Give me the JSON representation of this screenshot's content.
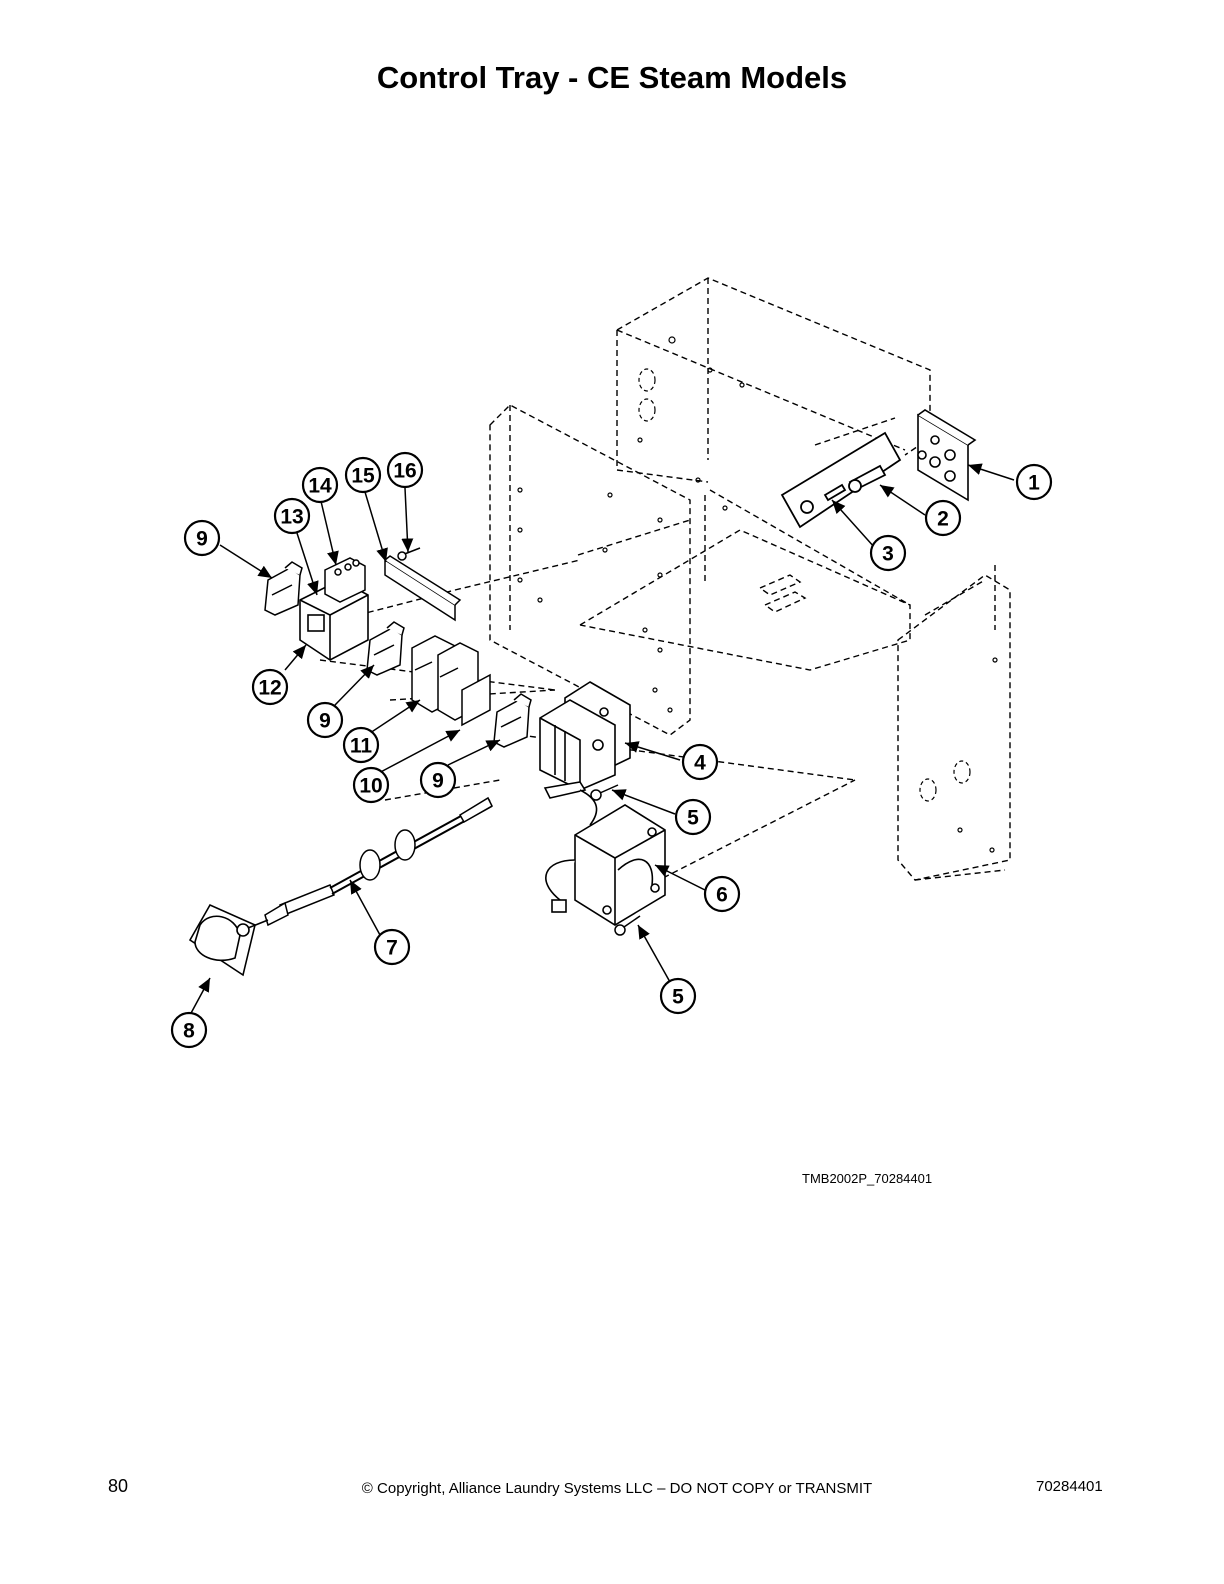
{
  "title": "Control Tray - CE Steam Models",
  "figure_id": "TMB2002P_70284401",
  "footer": {
    "page_number": "80",
    "copyright": "© Copyright, Alliance Laundry Systems LLC – DO NOT COPY or TRANSMIT",
    "document_number": "70284401"
  },
  "callouts": [
    "1",
    "2",
    "3",
    "4",
    "5",
    "5",
    "6",
    "7",
    "8",
    "9",
    "9",
    "9",
    "10",
    "11",
    "12",
    "13",
    "14",
    "15",
    "16"
  ]
}
